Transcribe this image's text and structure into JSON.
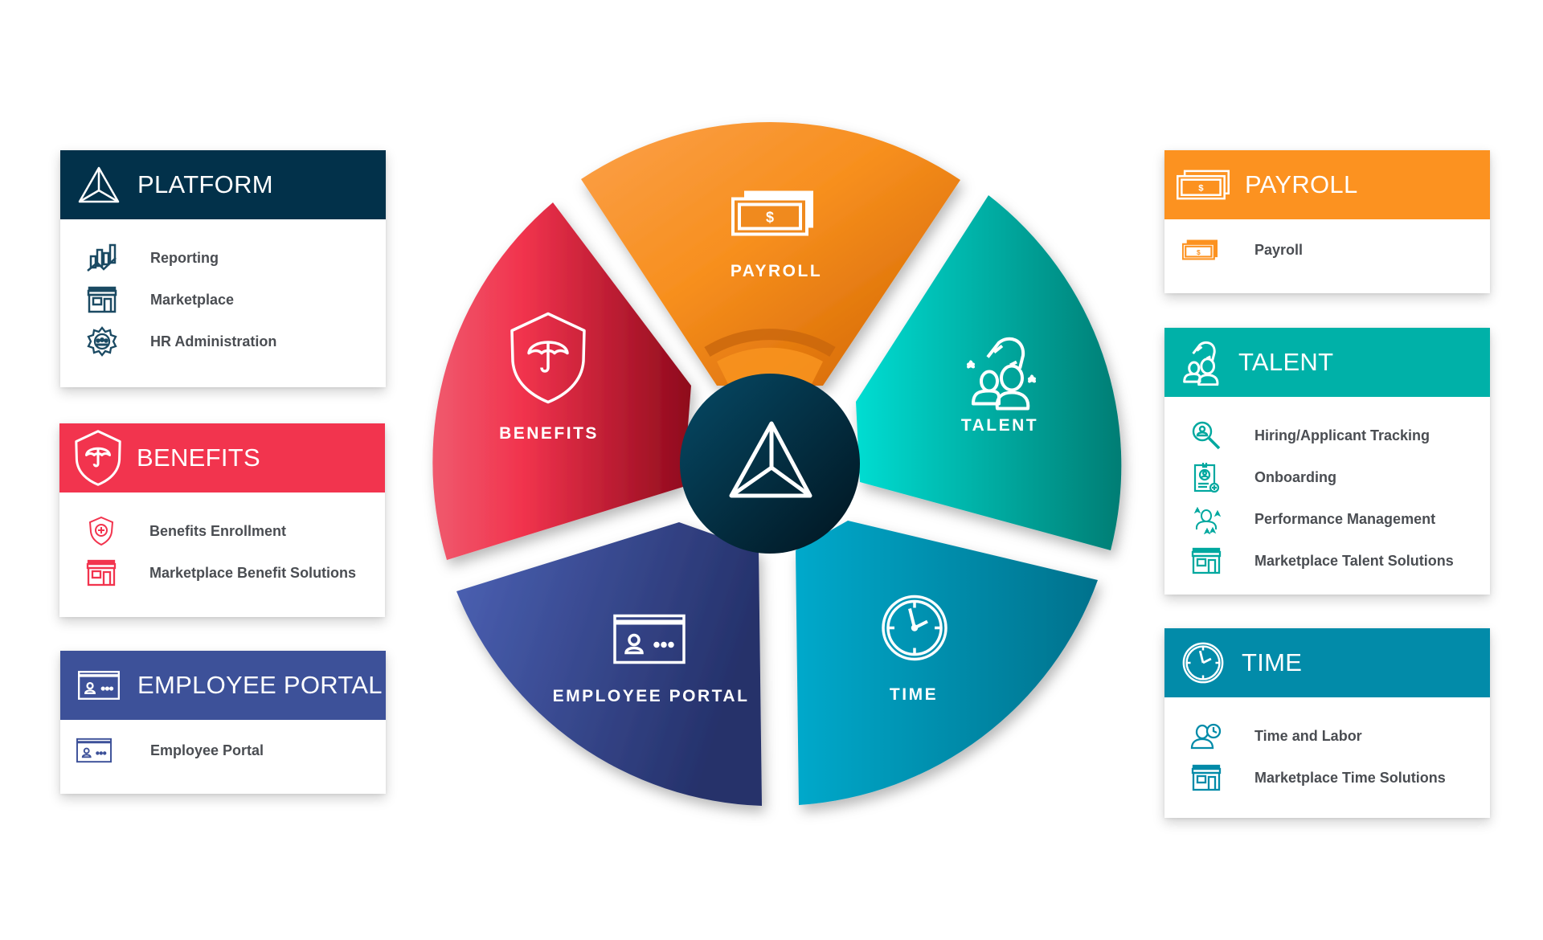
{
  "colors": {
    "platform": "#02314a",
    "benefits": "#f2344e",
    "employee_portal": "#3d5199",
    "payroll": "#fc9220",
    "talent": "#00b1a8",
    "time": "#028ba9",
    "item_text": "#4a4d52"
  },
  "wheel": {
    "center_icon": "platform-logo-icon",
    "segments": [
      {
        "key": "payroll",
        "label": "PAYROLL",
        "icon": "money-bills-icon"
      },
      {
        "key": "talent",
        "label": "TALENT",
        "icon": "talent-magnet-icon"
      },
      {
        "key": "time",
        "label": "TIME",
        "icon": "clock-icon"
      },
      {
        "key": "employee_portal",
        "label": "EMPLOYEE PORTAL",
        "icon": "portal-window-icon"
      },
      {
        "key": "benefits",
        "label": "BENEFITS",
        "icon": "shield-umbrella-icon"
      }
    ]
  },
  "panels": {
    "platform": {
      "title": "PLATFORM",
      "icon": "platform-logo-icon",
      "items": [
        {
          "label": "Reporting",
          "icon": "bar-chart-icon"
        },
        {
          "label": "Marketplace",
          "icon": "storefront-icon"
        },
        {
          "label": "HR Administration",
          "icon": "gear-people-icon"
        }
      ]
    },
    "benefits": {
      "title": "BENEFITS",
      "icon": "shield-umbrella-icon",
      "items": [
        {
          "label": "Benefits Enrollment",
          "icon": "shield-plus-icon"
        },
        {
          "label": "Marketplace Benefit Solutions",
          "icon": "storefront-icon"
        }
      ]
    },
    "employee_portal": {
      "title": "EMPLOYEE PORTAL",
      "icon": "portal-window-icon",
      "items": [
        {
          "label": "Employee Portal",
          "icon": "portal-window-icon"
        }
      ]
    },
    "payroll": {
      "title": "PAYROLL",
      "icon": "money-bills-icon",
      "items": [
        {
          "label": "Payroll",
          "icon": "money-bills-icon"
        }
      ]
    },
    "talent": {
      "title": "TALENT",
      "icon": "talent-magnet-icon",
      "items": [
        {
          "label": "Hiring/Applicant Tracking",
          "icon": "magnifier-person-icon"
        },
        {
          "label": "Onboarding",
          "icon": "badge-plus-icon"
        },
        {
          "label": "Performance Management",
          "icon": "person-stars-icon"
        },
        {
          "label": "Marketplace Talent Solutions",
          "icon": "storefront-icon"
        }
      ]
    },
    "time": {
      "title": "TIME",
      "icon": "clock-icon",
      "items": [
        {
          "label": "Time and Labor",
          "icon": "person-clock-icon"
        },
        {
          "label": "Marketplace Time Solutions",
          "icon": "storefront-icon"
        }
      ]
    }
  }
}
